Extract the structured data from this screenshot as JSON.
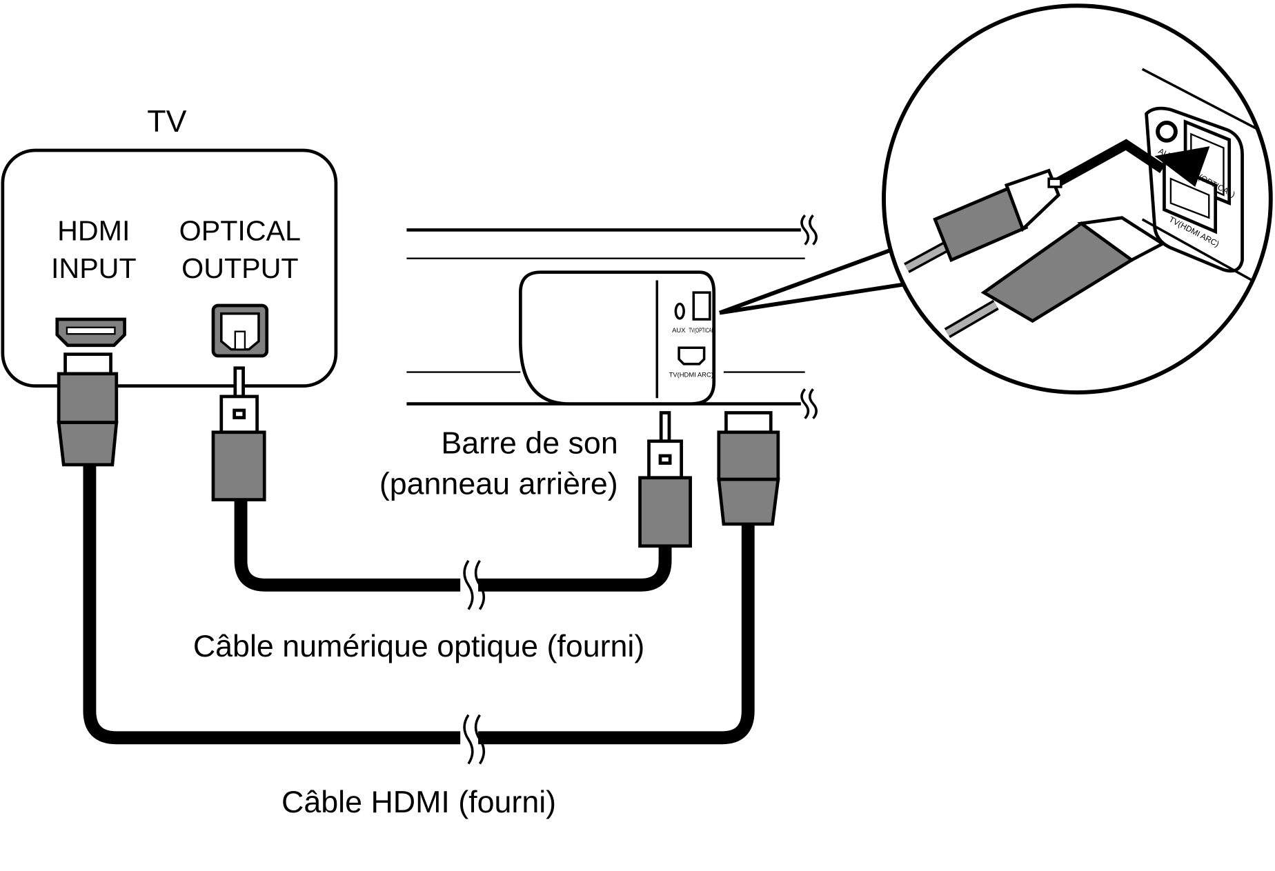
{
  "tv": {
    "title": "TV",
    "hdmi_label": [
      "HDMI",
      "INPUT"
    ],
    "optical_label": [
      "OPTICAL",
      "OUTPUT"
    ]
  },
  "soundbar": {
    "label": [
      "Barre de son",
      "(panneau arrière)"
    ],
    "ports": {
      "aux": "AUX",
      "optical": "TV(OPTICAL)",
      "hdmi": "TV(HDMI ARC)"
    }
  },
  "callout": {
    "ports": {
      "aux": "AUX",
      "optical": "TV(OPTICAL)",
      "hdmi": "TV(HDMI ARC)"
    }
  },
  "cables": {
    "optical": "Câble numérique optique (fourni)",
    "hdmi": "Câble HDMI (fourni)"
  },
  "colors": {
    "plug": "#808080",
    "line": "#000000",
    "background": "#ffffff"
  }
}
